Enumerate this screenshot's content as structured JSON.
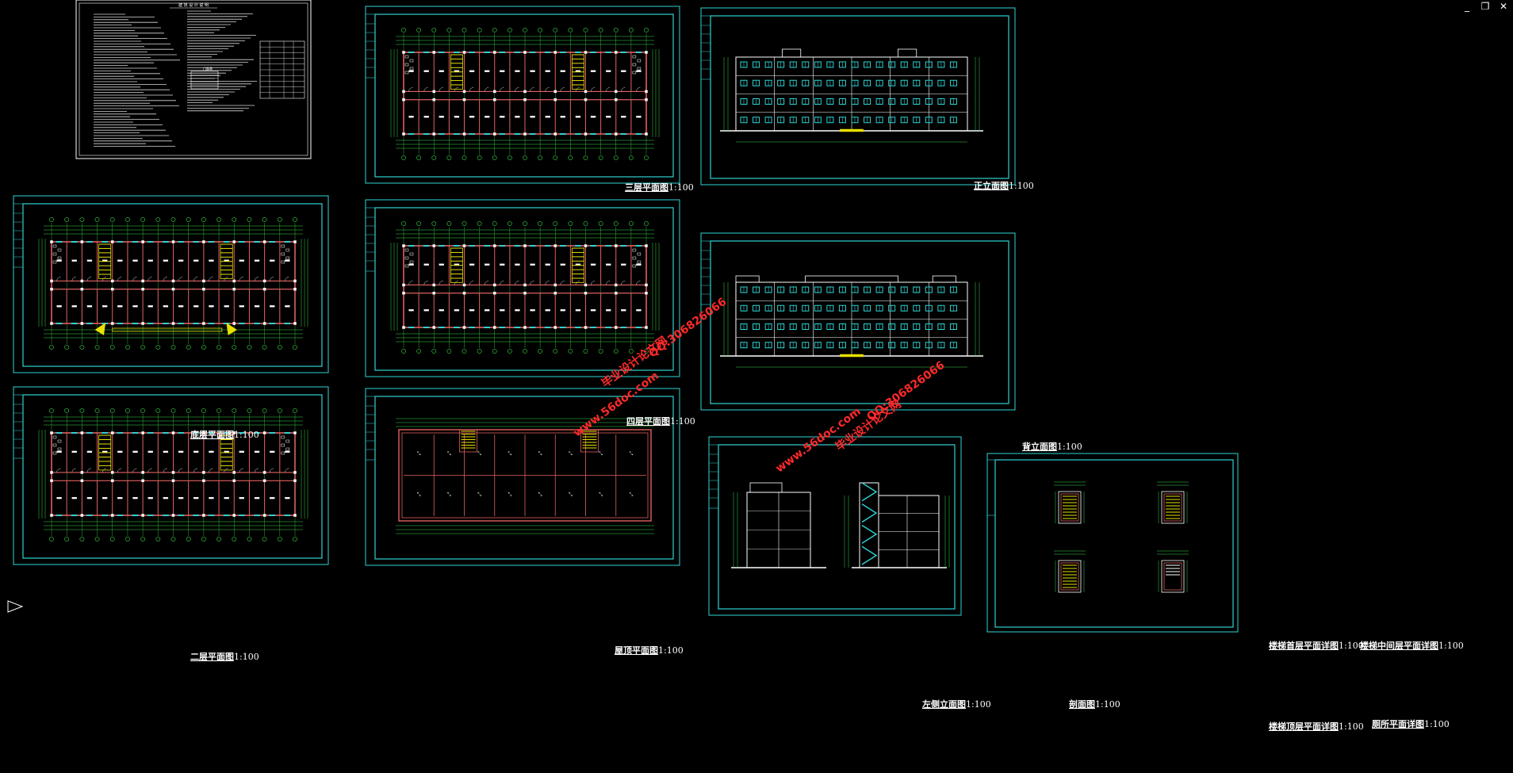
{
  "window": {
    "buttons": [
      "_",
      "❐",
      "✕"
    ]
  },
  "colors": {
    "background": "#000000",
    "frame": "#2fd3d3",
    "wall": "#e06060",
    "dim": "#39d84a",
    "text": "#ffffff",
    "stair": "#e8e000",
    "watermark": "#ff2a2a"
  },
  "sheets": [
    {
      "id": "notes",
      "title": "",
      "scale": ""
    },
    {
      "id": "plan-3",
      "title": "三层平面图",
      "scale": "1:100"
    },
    {
      "id": "front",
      "title": "正立面图",
      "scale": "1:100"
    },
    {
      "id": "plan-1",
      "title": "底层平面图",
      "scale": "1:100"
    },
    {
      "id": "plan-4",
      "title": "四层平面图",
      "scale": "1:100"
    },
    {
      "id": "back",
      "title": "背立面图",
      "scale": "1:100"
    },
    {
      "id": "plan-2",
      "title": "二层平面图",
      "scale": "1:100"
    },
    {
      "id": "roof",
      "title": "屋顶平面图",
      "scale": "1:100"
    },
    {
      "id": "side",
      "title": "左侧立面图",
      "scale": "1:100"
    },
    {
      "id": "section",
      "title": "剖面图",
      "scale": "1:100"
    },
    {
      "id": "stair-1",
      "title": "楼梯首层平面详图",
      "scale": "1:100"
    },
    {
      "id": "stair-mid",
      "title": "楼梯中间层平面详图",
      "scale": "1:100"
    },
    {
      "id": "stair-top",
      "title": "楼梯顶层平面详图",
      "scale": "1:100"
    },
    {
      "id": "toilet",
      "title": "厕所平面详图",
      "scale": "1:100"
    }
  ],
  "notes_sheet": {
    "heading": "建 筑 设 计 说 明",
    "table_title": "门窗表"
  },
  "watermarks": [
    {
      "text": "www.56doc.com"
    },
    {
      "text": "毕业设计论文网"
    },
    {
      "text": "QQ:306826066"
    },
    {
      "text": "www.56doc.com"
    },
    {
      "text": "毕业设计论文网"
    },
    {
      "text": "QQ:306826066"
    }
  ]
}
